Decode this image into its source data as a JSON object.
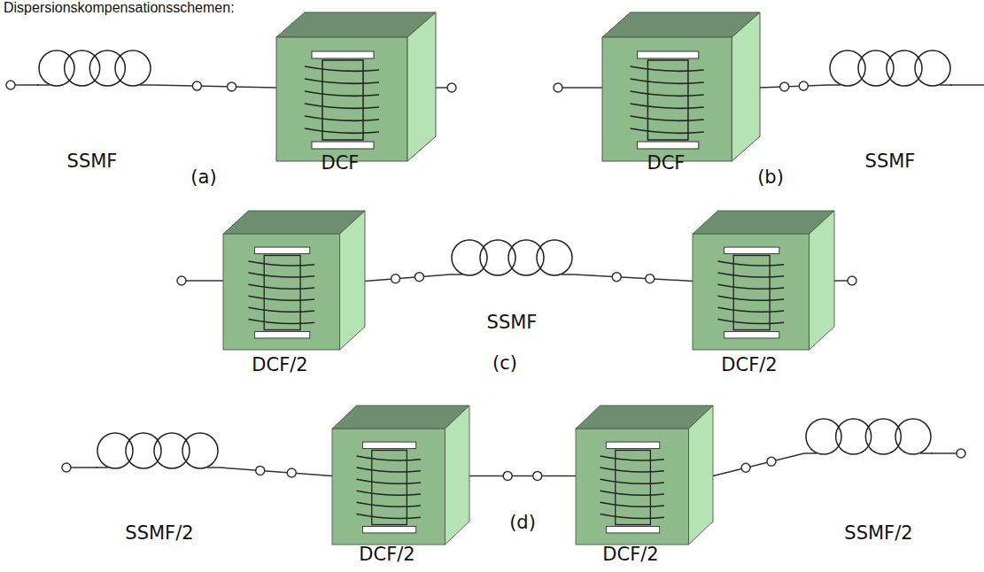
{
  "diagram": {
    "title": "Dispersionskompensationsschemen:",
    "nodes": [
      {
        "text": [
          "SSMF"
        ]
      },
      {
        "text": [
          "DCF"
        ]
      },
      {
        "text": [
          "DCF"
        ]
      },
      {
        "text": [
          "SSMF"
        ]
      },
      {
        "text": [
          "DCF/2"
        ]
      },
      {
        "text": [
          "SSMF"
        ]
      },
      {
        "text": [
          "DCF/2"
        ]
      },
      {
        "text": [
          "SSMF/2"
        ]
      },
      {
        "text": [
          "DCF/2"
        ]
      },
      {
        "text": [
          "DCF/2"
        ]
      },
      {
        "text": [
          "SSMF/2"
        ]
      }
    ],
    "edges": [
      {
        "from": 0,
        "to": 1,
        "arrow": "none"
      },
      {
        "from": 2,
        "to": 3,
        "arrow": "none"
      },
      {
        "from": 4,
        "to": 5,
        "arrow": "none"
      },
      {
        "from": 5,
        "to": 6,
        "arrow": "none"
      },
      {
        "from": 7,
        "to": 8,
        "arrow": "none"
      },
      {
        "from": 8,
        "to": 9,
        "arrow": "none"
      },
      {
        "from": 9,
        "to": 10,
        "arrow": "none"
      }
    ],
    "labels": [
      "(a)",
      "(b)",
      "(c)",
      "(d)"
    ]
  }
}
